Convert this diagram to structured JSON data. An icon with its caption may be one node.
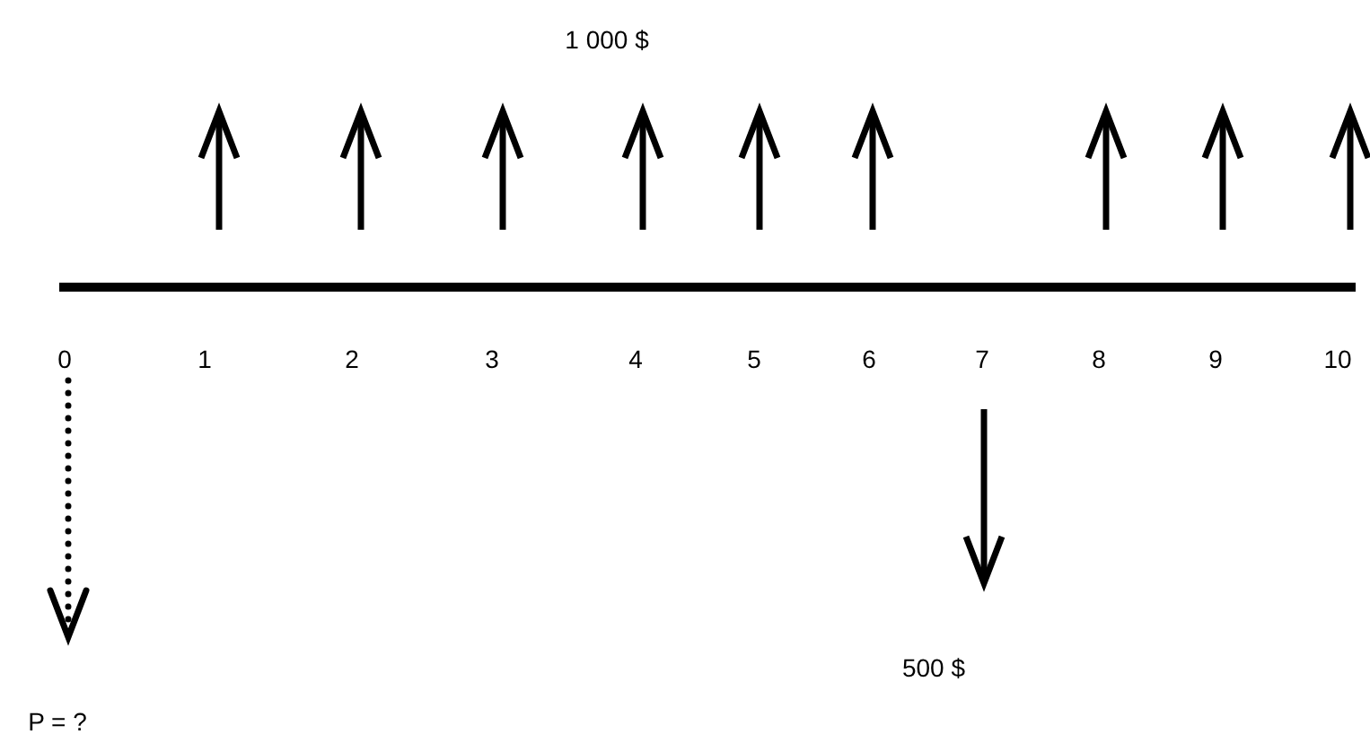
{
  "diagram": {
    "labels": [
      "1 000 $",
      "0",
      "1",
      "2",
      "3",
      "4",
      "5",
      "6",
      "7",
      "8",
      "9",
      "10",
      "500 $",
      "P = ?"
    ]
  }
}
